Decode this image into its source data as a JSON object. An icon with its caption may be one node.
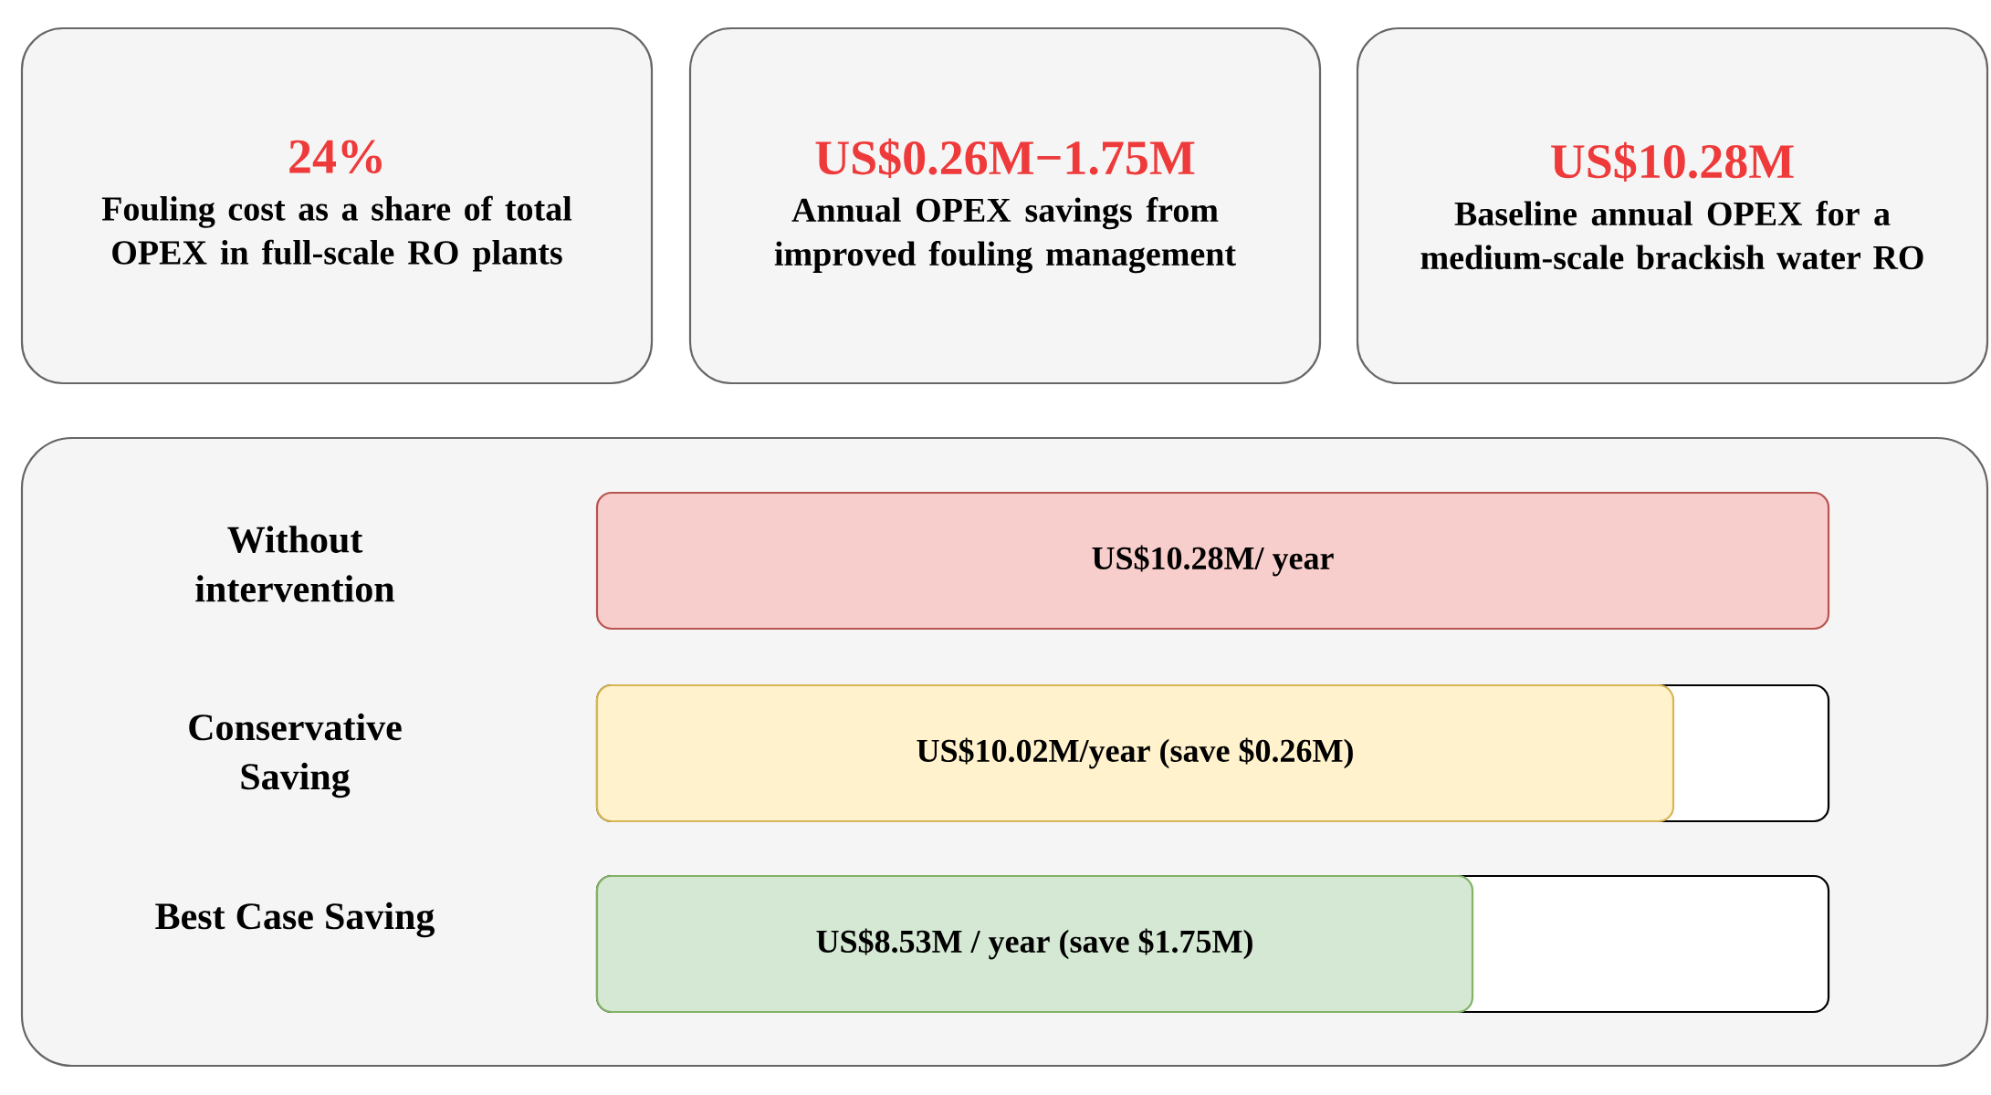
{
  "diagram": {
    "nodes": [
      {
        "text": [
          "24%",
          "Fouling cost as a share of total OPEX in full-scale RO plants"
        ]
      },
      {
        "text": [
          "US$0.26M−1.75M",
          "Annual OPEX savings from improved fouling management"
        ]
      },
      {
        "text": [
          "US$10.28M",
          "Baseline annual OPEX for a medium-scale brackish water RO"
        ]
      },
      {
        "text": [],
        "shape": "box"
      },
      {
        "text": [
          "US$10.28M/ year"
        ],
        "in": 3
      },
      {
        "text": [],
        "shape": "bar",
        "in": 3
      },
      {
        "text": [
          "US$10.02M/year (save $0.26M)"
        ],
        "in": 5
      },
      {
        "text": [],
        "shape": "bar",
        "in": 3
      },
      {
        "text": [
          "US$8.53M / year (save $1.75M)"
        ],
        "in": 7
      }
    ],
    "labels": [
      "Without intervention",
      "Conservative Saving",
      "Best Case Saving"
    ]
  }
}
